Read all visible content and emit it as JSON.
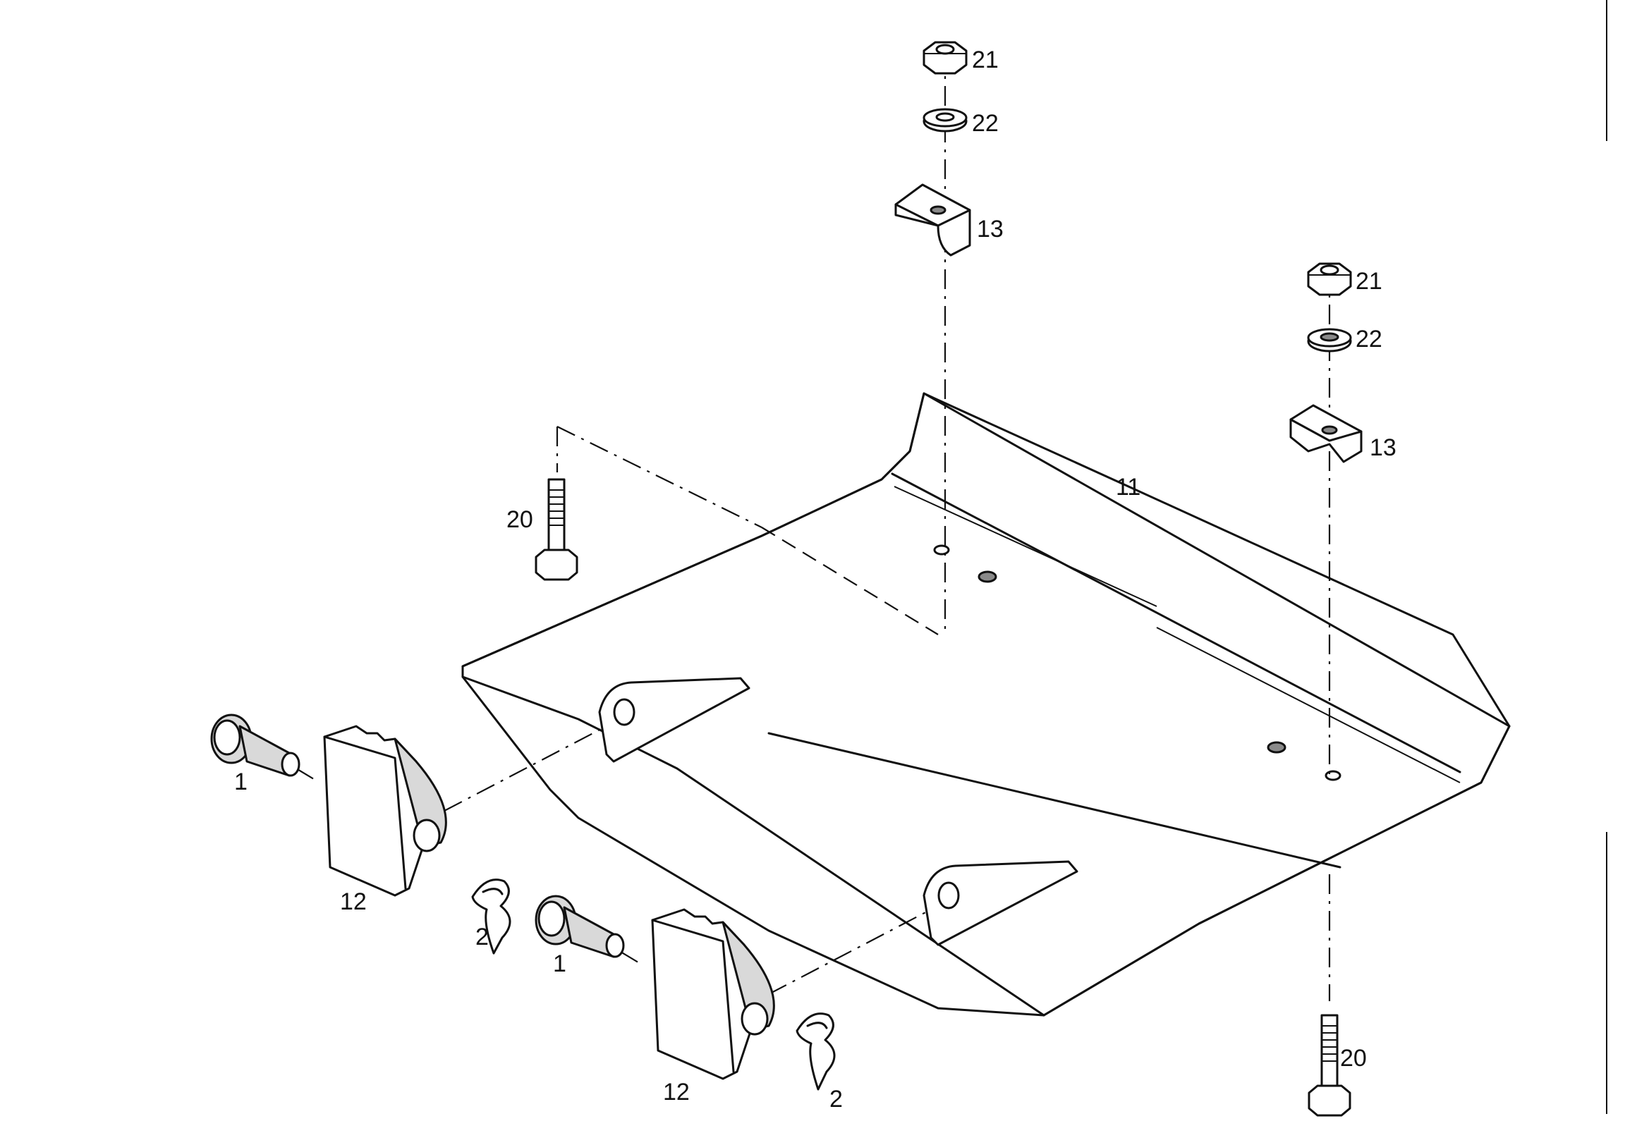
{
  "callouts": {
    "c1_left": "1",
    "c1_right": "1",
    "c2_left": "2",
    "c2_right": "2",
    "c11": "11",
    "c12_left": "12",
    "c12_right": "12",
    "c13_top": "13",
    "c13_right": "13",
    "c20_left": "20",
    "c20_right": "20",
    "c21_top": "21",
    "c21_right": "21",
    "c22_top": "22",
    "c22_right": "22"
  }
}
